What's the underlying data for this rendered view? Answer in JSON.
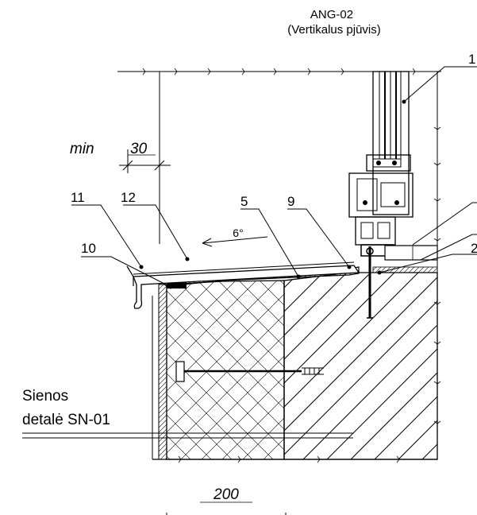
{
  "title": {
    "line1": "ANG-02",
    "line2": "(Vertikalus pjūvis)"
  },
  "callouts": {
    "c1": "1",
    "c2": "2",
    "c5": "5",
    "c9": "9",
    "c10": "10",
    "c11": "11",
    "c12": "12"
  },
  "annotations": {
    "min_label": "min",
    "min_value": "30",
    "slope": "6°",
    "width_dim": "200"
  },
  "reference": {
    "line1": "Sienos",
    "line2": "detalė SN-01"
  }
}
